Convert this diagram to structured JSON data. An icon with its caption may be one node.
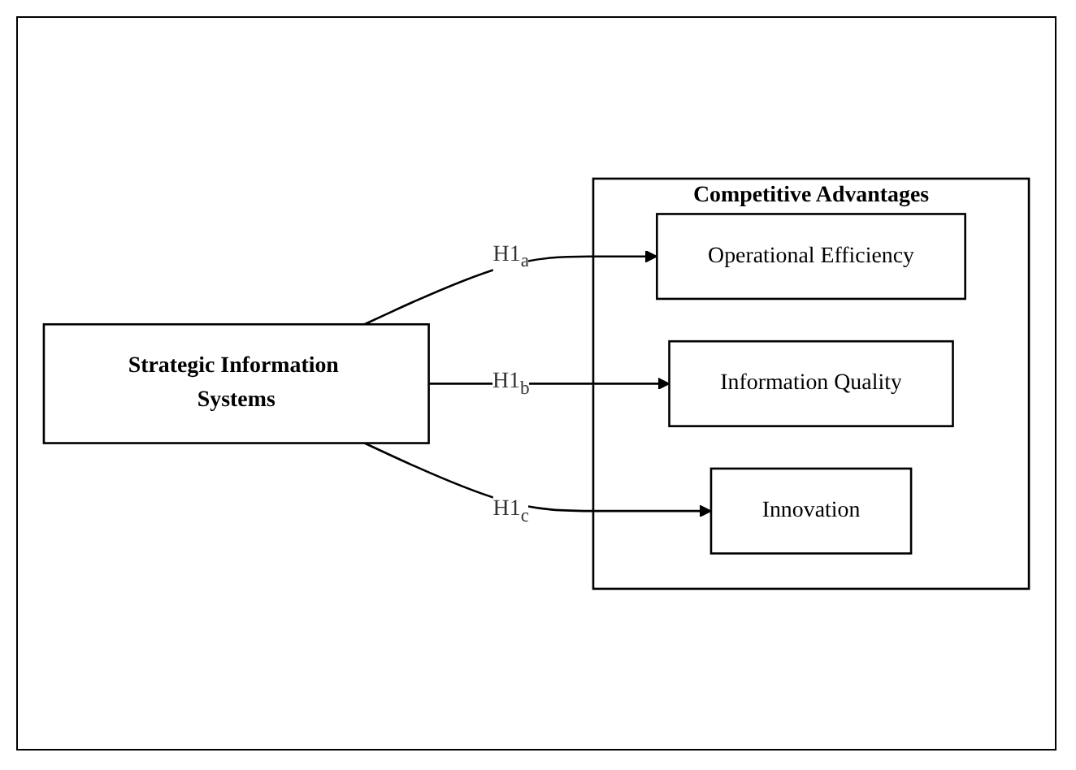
{
  "diagram": {
    "nodes": [
      {
        "text": [
          "Strategic Information Systems"
        ]
      },
      {
        "text": [
          "Competitive Advantages"
        ]
      },
      {
        "text": [
          "Operational Efficiency"
        ],
        "in": 1
      },
      {
        "text": [
          "Information Quality"
        ],
        "in": 1
      },
      {
        "text": [
          "Innovation"
        ],
        "in": 1
      }
    ],
    "edges": [
      {
        "from": 0,
        "to": 2,
        "arrow": "to",
        "label": "H1$_{a}$"
      },
      {
        "from": 0,
        "to": 3,
        "arrow": "to",
        "label": "H1$_{b}$"
      },
      {
        "from": 0,
        "to": 4,
        "arrow": "to",
        "label": "H1$_{c}$"
      }
    ]
  }
}
